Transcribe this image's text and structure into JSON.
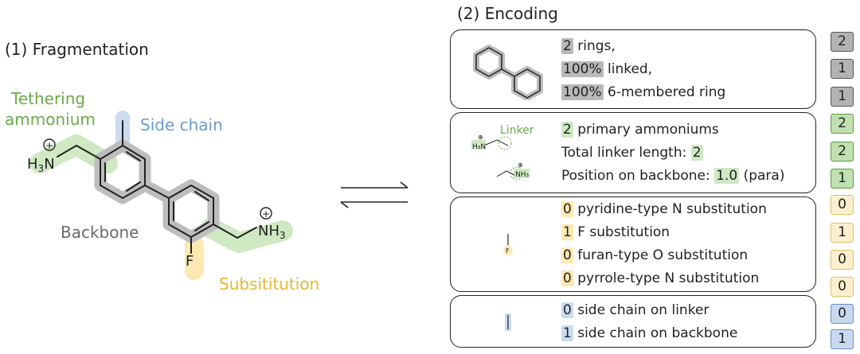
{
  "fragmentation": {
    "title": "(1) Fragmentation",
    "labels": {
      "tethering_line1": "Tethering",
      "tethering_line2": "ammonium",
      "side_chain": "Side chain",
      "backbone": "Backbone",
      "substitution": "Subsititution"
    },
    "atoms": {
      "h3n_left": "H",
      "h3n_left_sub": "3",
      "h3n_left_n": "N",
      "nh3_right_n": "NH",
      "nh3_right_sub": "3",
      "fluorine": "F",
      "plus": "+"
    }
  },
  "encoding": {
    "title": "(2) Encoding",
    "rings_box": {
      "lines": [
        {
          "hl": "2",
          "rest": " rings,"
        },
        {
          "hl": "100%",
          "rest": " linked,"
        },
        {
          "hl": "100%",
          "rest": " 6-membered ring"
        }
      ]
    },
    "linker_box": {
      "icon_label": "Linker",
      "icon_h3n": "H₃N",
      "icon_nh3": "NH₃",
      "lines": [
        {
          "pre": "",
          "hl": "2",
          "rest": " primary ammoniums"
        },
        {
          "pre": "Total linker length: ",
          "hl": "2",
          "rest": ""
        },
        {
          "pre": "Position on backbone: ",
          "hl": "1.0",
          "rest": " (para)"
        }
      ]
    },
    "substitution_box": {
      "icon_f": "F",
      "lines": [
        {
          "hl": "0",
          "rest": " pyridine-type N substitution"
        },
        {
          "hl": "1",
          "rest": " F substitution"
        },
        {
          "hl": "0",
          "rest": " furan-type O substitution"
        },
        {
          "hl": "0",
          "rest": " pyrrole-type N substitution"
        }
      ]
    },
    "sidechain_box": {
      "lines": [
        {
          "hl": "0",
          "rest": " side chain on linker"
        },
        {
          "hl": "1",
          "rest": " side chain on backbone"
        }
      ]
    }
  },
  "vector": {
    "values": [
      "2",
      "1",
      "1",
      "2",
      "2",
      "1",
      "0",
      "1",
      "0",
      "0",
      "0",
      "1"
    ]
  },
  "colors": {
    "backbone": "#b3b3b3",
    "green": "#cfe9c2",
    "blue": "#cbdcf0",
    "yellow": "#fde9b1",
    "green_text": "#6aab4a",
    "blue_text": "#6a9bd0",
    "yellow_text": "#e8b72a"
  }
}
